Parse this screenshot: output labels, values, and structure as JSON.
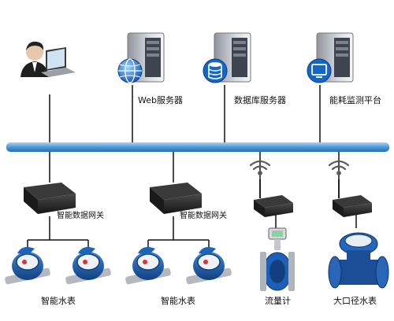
{
  "nodes": {
    "web_server": "Web服务器",
    "db_server": "数据库服务器",
    "energy_platform": "能耗监测平台",
    "gateway_1": "智能数据网关",
    "gateway_2": "智能数据网关",
    "meters_1": "智能水表",
    "meters_2": "智能水表",
    "flowmeter": "流量计",
    "large_meter": "大口径水表"
  },
  "colors": {
    "bus": "#4a9ad8",
    "line": "#111111",
    "device_dark": "#262626",
    "meter_blue": "#1d63b8",
    "server_gray": "#c9ccd2",
    "wifi": "#5a5a5a"
  }
}
